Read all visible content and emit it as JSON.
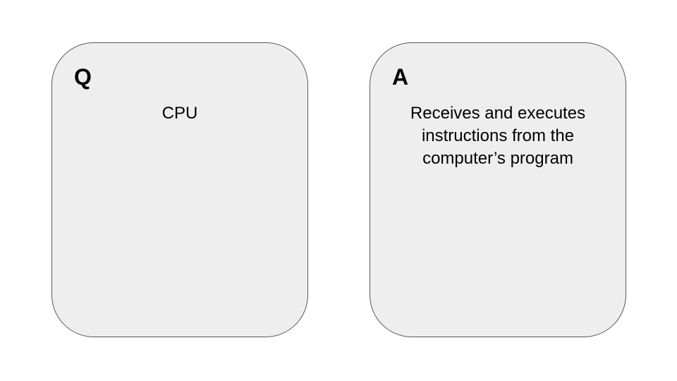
{
  "cards": {
    "question": {
      "letter": "Q",
      "text": "CPU"
    },
    "answer": {
      "letter": "A",
      "text": "Receives and executes instructions from the computer’s program"
    }
  },
  "colors": {
    "card_fill": "#eeeeee",
    "card_border": "#595959",
    "text": "#000000",
    "background": "#ffffff"
  }
}
